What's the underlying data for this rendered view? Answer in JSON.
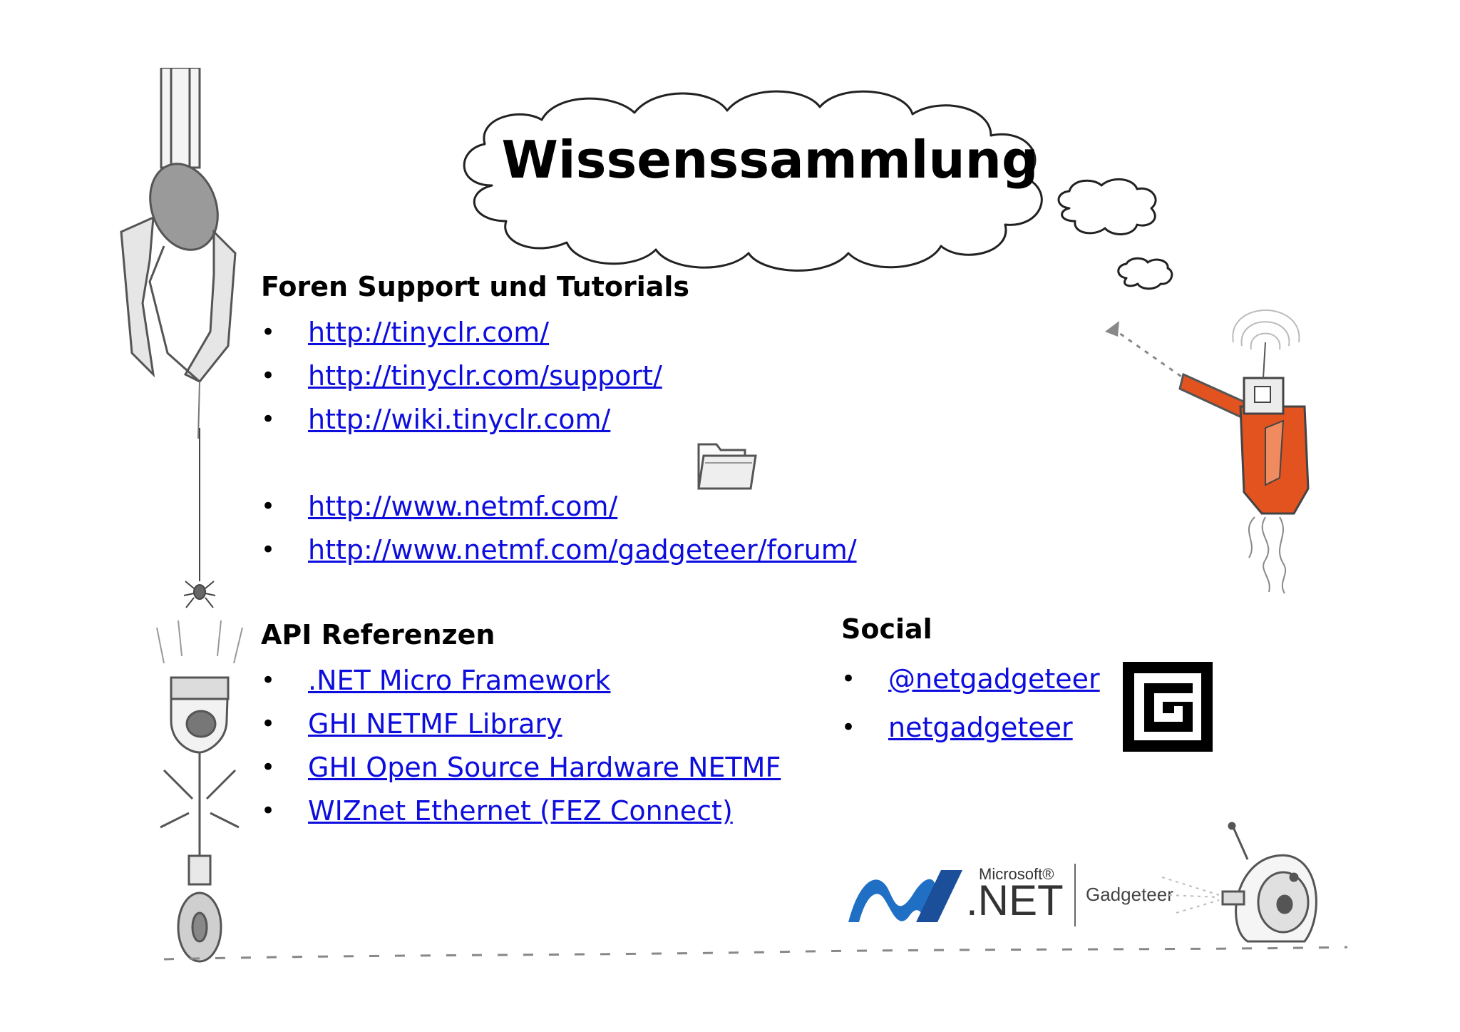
{
  "title": "Wissenssammlung",
  "forum": {
    "heading": "Foren Support und Tutorials",
    "links_a": [
      "http://tinyclr.com/",
      "http://tinyclr.com/support/",
      "http://wiki.tinyclr.com/"
    ],
    "links_b": [
      "http://www.netmf.com/",
      "http://www.netmf.com/gadgeteer/forum/"
    ]
  },
  "api": {
    "heading": "API Referenzen",
    "links": [
      ".NET Micro Framework",
      "GHI NETMF Library",
      "GHI Open Source Hardware NETMF",
      "WIZnet Ethernet (FEZ Connect)"
    ]
  },
  "social": {
    "heading": "Social",
    "links": [
      "@netgadgeteer",
      "netgadgeteer"
    ]
  },
  "logo": {
    "microsoft": "Microsoft®",
    "net": ".NET",
    "product": "Gadgeteer"
  },
  "bullet": "•",
  "colors": {
    "link": "#0d0dde",
    "robot_orange": "#e2531f",
    "net_blue": "#1f6fc5"
  },
  "icons": [
    "claw-icon",
    "spider-icon",
    "unicycle-robot-icon",
    "folder-icon",
    "jetpack-robot-icon",
    "gadgeteer-g-logo-icon",
    "dome-robot-icon",
    "thought-cloud-icon"
  ]
}
